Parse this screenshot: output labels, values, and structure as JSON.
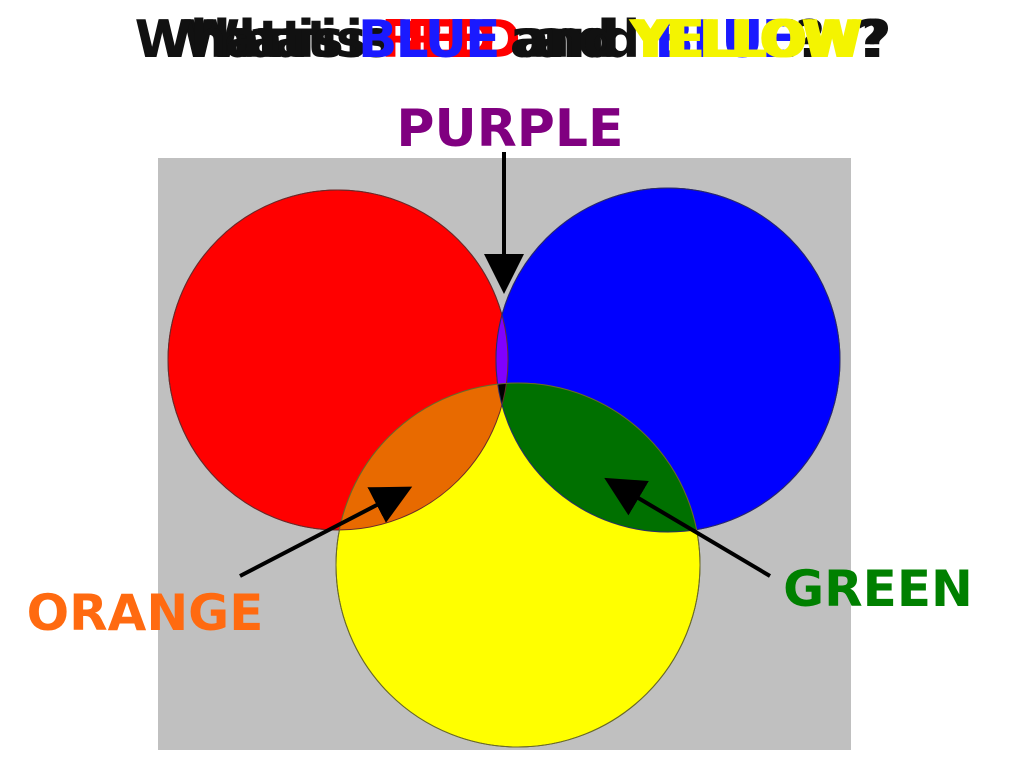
{
  "title": {
    "prefix": "What is",
    "color_word_a": "BLUE",
    "conjunction": "and",
    "color_word_b": "YELLOW",
    "suffix": "?",
    "ghost_prefix": "What is",
    "ghost_word_a": "RED",
    "ghost_conjunction": "and",
    "ghost_word_b": "YELLOW",
    "ghost_suffix": "?",
    "ghost2_prefix": "What is",
    "ghost2_word_a": "RED",
    "ghost2_conjunction": "and",
    "ghost2_word_b": "BLUE",
    "ghost2_suffix": "?"
  },
  "labels": {
    "purple": "PURPLE",
    "orange": "ORANGE",
    "green": "GREEN"
  },
  "colors": {
    "panel_background": "#c0c0c0",
    "red": "#ff0000",
    "blue": "#0000ff",
    "yellow": "#ffff00",
    "purple": "#8000ff",
    "orange": "#e86a00",
    "green": "#007000",
    "center": "#000000",
    "purple_text": "#800080",
    "orange_text": "#ff6a10",
    "green_text": "#008000",
    "arrow": "#000000"
  }
}
